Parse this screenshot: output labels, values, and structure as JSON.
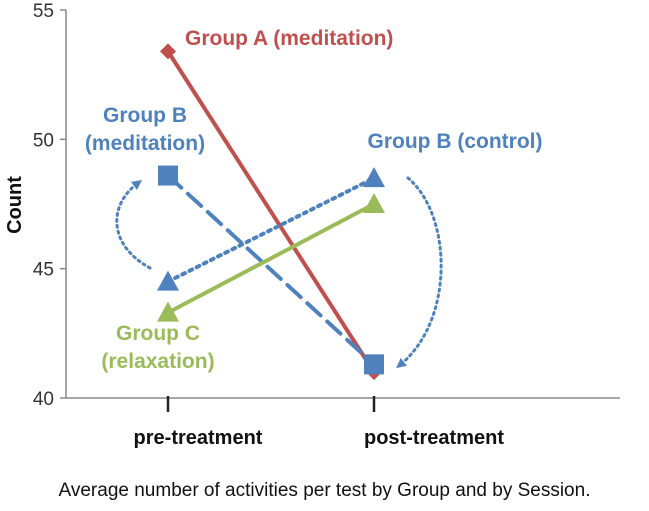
{
  "chart_data": {
    "type": "line",
    "categories": [
      "pre-treatment",
      "post-treatment"
    ],
    "ylabel": "Count",
    "ylim": [
      40,
      55
    ],
    "yticks": [
      40,
      45,
      50,
      55
    ],
    "grid": false,
    "legend": "inline labels",
    "series": [
      {
        "name_lines": [
          "Group A (meditation)"
        ],
        "values": [
          53.4,
          41.0
        ],
        "color": "#c0504d",
        "dash": "solid",
        "marker": "diamond"
      },
      {
        "name_lines": [
          "Group B",
          "(meditation)"
        ],
        "values": [
          48.6,
          41.3
        ],
        "color": "#4f81bd",
        "dash": "dashed",
        "marker": "square"
      },
      {
        "name_lines": [
          "Group B (control)"
        ],
        "values": [
          44.5,
          48.5
        ],
        "color": "#4f81bd",
        "dash": "dotted",
        "marker": "triangle"
      },
      {
        "name_lines": [
          "Group C",
          "(relaxation)"
        ],
        "values": [
          43.3,
          47.5
        ],
        "color": "#9bbb59",
        "dash": "solid",
        "marker": "triangle"
      }
    ]
  },
  "caption": "Average number of activities per test by Group and by Session."
}
